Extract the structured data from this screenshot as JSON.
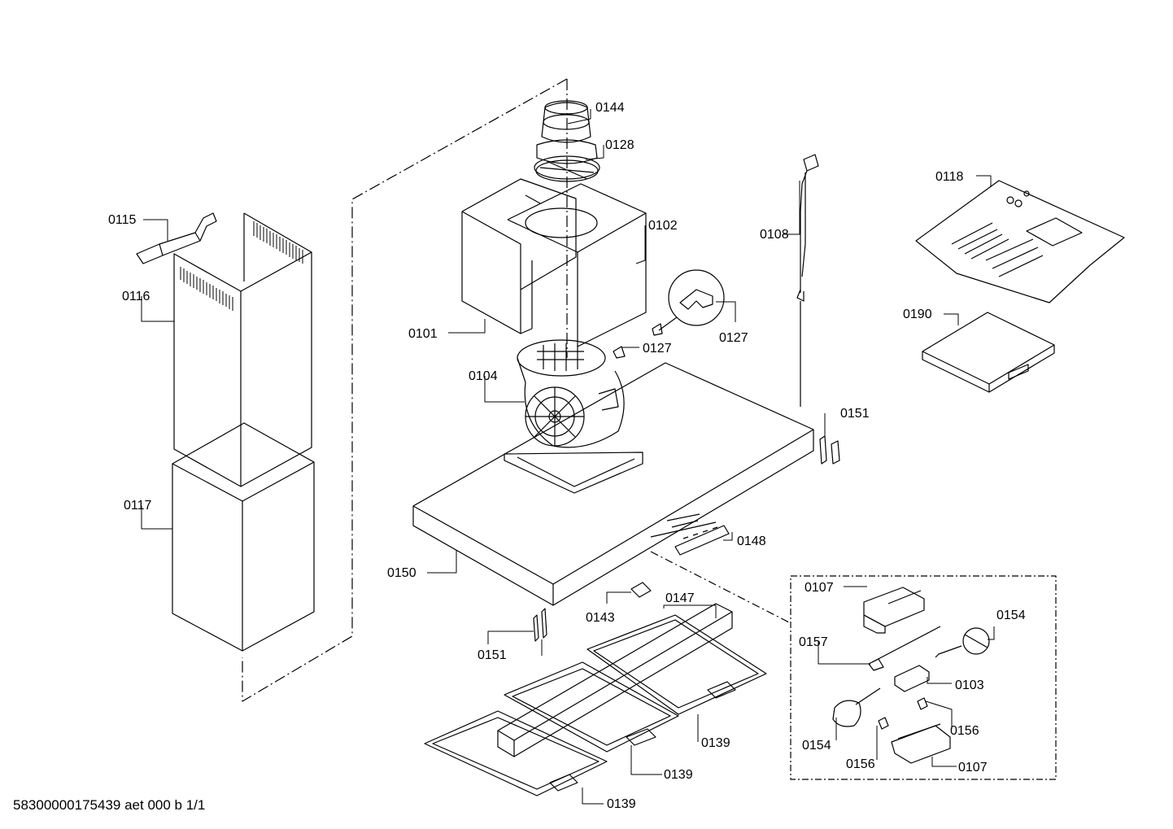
{
  "footer": {
    "doc_code": "58300000175439 aet 000 b 1/1"
  },
  "parts": [
    {
      "id": "part-0144",
      "label": "0144"
    },
    {
      "id": "part-0128",
      "label": "0128"
    },
    {
      "id": "part-0115",
      "label": "0115"
    },
    {
      "id": "part-0102",
      "label": "0102"
    },
    {
      "id": "part-0108",
      "label": "0108"
    },
    {
      "id": "part-0118",
      "label": "0118"
    },
    {
      "id": "part-0116",
      "label": "0116"
    },
    {
      "id": "part-0127-a",
      "label": "0127"
    },
    {
      "id": "part-0101",
      "label": "0101"
    },
    {
      "id": "part-0127-b",
      "label": "0127"
    },
    {
      "id": "part-0190",
      "label": "0190"
    },
    {
      "id": "part-0104",
      "label": "0104"
    },
    {
      "id": "part-0151-a",
      "label": "0151"
    },
    {
      "id": "part-0117",
      "label": "0117"
    },
    {
      "id": "part-0148",
      "label": "0148"
    },
    {
      "id": "part-0150",
      "label": "0150"
    },
    {
      "id": "part-0107-a",
      "label": "0107"
    },
    {
      "id": "part-0147",
      "label": "0147"
    },
    {
      "id": "part-0143",
      "label": "0143"
    },
    {
      "id": "part-0154-a",
      "label": "0154"
    },
    {
      "id": "part-0157",
      "label": "0157"
    },
    {
      "id": "part-0151-b",
      "label": "0151"
    },
    {
      "id": "part-0103",
      "label": "0103"
    },
    {
      "id": "part-0156-a",
      "label": "0156"
    },
    {
      "id": "part-0139-a",
      "label": "0139"
    },
    {
      "id": "part-0154-b",
      "label": "0154"
    },
    {
      "id": "part-0156-b",
      "label": "0156"
    },
    {
      "id": "part-0107-b",
      "label": "0107"
    },
    {
      "id": "part-0139-b",
      "label": "0139"
    },
    {
      "id": "part-0139-c",
      "label": "0139"
    }
  ]
}
